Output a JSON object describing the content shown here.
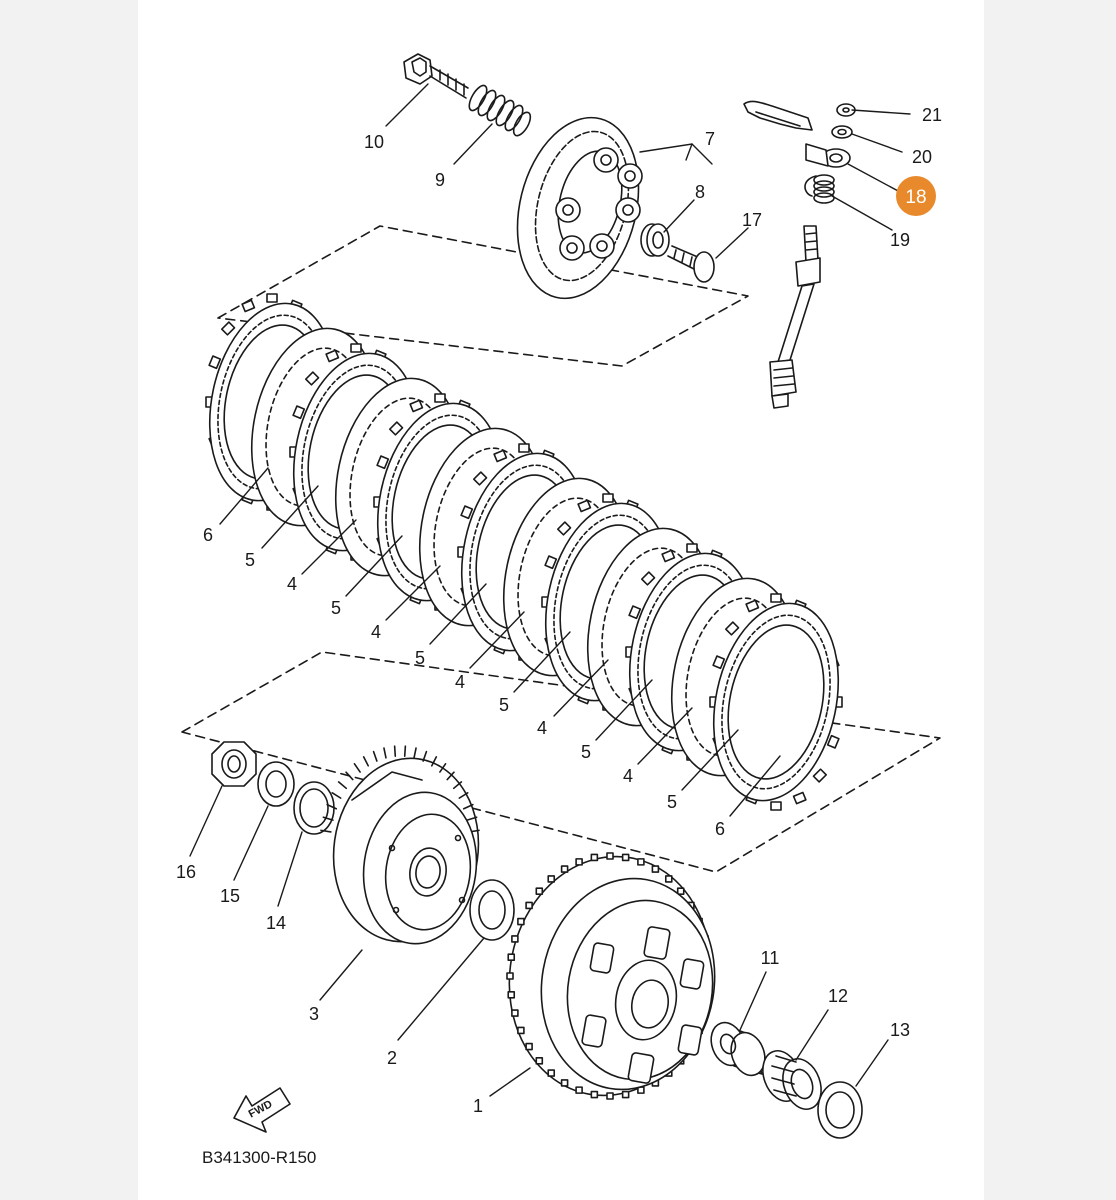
{
  "diagram": {
    "code": "B341300-R150",
    "fwd_label": "FWD",
    "highlight_color": "#e88a2c",
    "line_color": "#1a1a1a",
    "paper_color": "#ffffff",
    "background_color": "#f2f2f2",
    "callouts": [
      {
        "id": "c21",
        "num": "21",
        "highlight": false
      },
      {
        "id": "c20",
        "num": "20",
        "highlight": false
      },
      {
        "id": "c18",
        "num": "18",
        "highlight": true
      },
      {
        "id": "c19",
        "num": "19",
        "highlight": false
      },
      {
        "id": "c10",
        "num": "10",
        "highlight": false
      },
      {
        "id": "c9",
        "num": "9",
        "highlight": false
      },
      {
        "id": "c7",
        "num": "7",
        "highlight": false
      },
      {
        "id": "c8",
        "num": "8",
        "highlight": false
      },
      {
        "id": "c17",
        "num": "17",
        "highlight": false
      },
      {
        "id": "c6a",
        "num": "6",
        "highlight": false
      },
      {
        "id": "c5a",
        "num": "5",
        "highlight": false
      },
      {
        "id": "c4a",
        "num": "4",
        "highlight": false
      },
      {
        "id": "c5b",
        "num": "5",
        "highlight": false
      },
      {
        "id": "c4b",
        "num": "4",
        "highlight": false
      },
      {
        "id": "c5c",
        "num": "5",
        "highlight": false
      },
      {
        "id": "c4c",
        "num": "4",
        "highlight": false
      },
      {
        "id": "c5d",
        "num": "5",
        "highlight": false
      },
      {
        "id": "c4d",
        "num": "4",
        "highlight": false
      },
      {
        "id": "c5e",
        "num": "5",
        "highlight": false
      },
      {
        "id": "c4e",
        "num": "4",
        "highlight": false
      },
      {
        "id": "c5f",
        "num": "5",
        "highlight": false
      },
      {
        "id": "c6b",
        "num": "6",
        "highlight": false
      },
      {
        "id": "c16",
        "num": "16",
        "highlight": false
      },
      {
        "id": "c15",
        "num": "15",
        "highlight": false
      },
      {
        "id": "c14",
        "num": "14",
        "highlight": false
      },
      {
        "id": "c3",
        "num": "3",
        "highlight": false
      },
      {
        "id": "c2",
        "num": "2",
        "highlight": false
      },
      {
        "id": "c1",
        "num": "1",
        "highlight": false
      },
      {
        "id": "c11",
        "num": "11",
        "highlight": false
      },
      {
        "id": "c12",
        "num": "12",
        "highlight": false
      },
      {
        "id": "c13",
        "num": "13",
        "highlight": false
      }
    ]
  }
}
